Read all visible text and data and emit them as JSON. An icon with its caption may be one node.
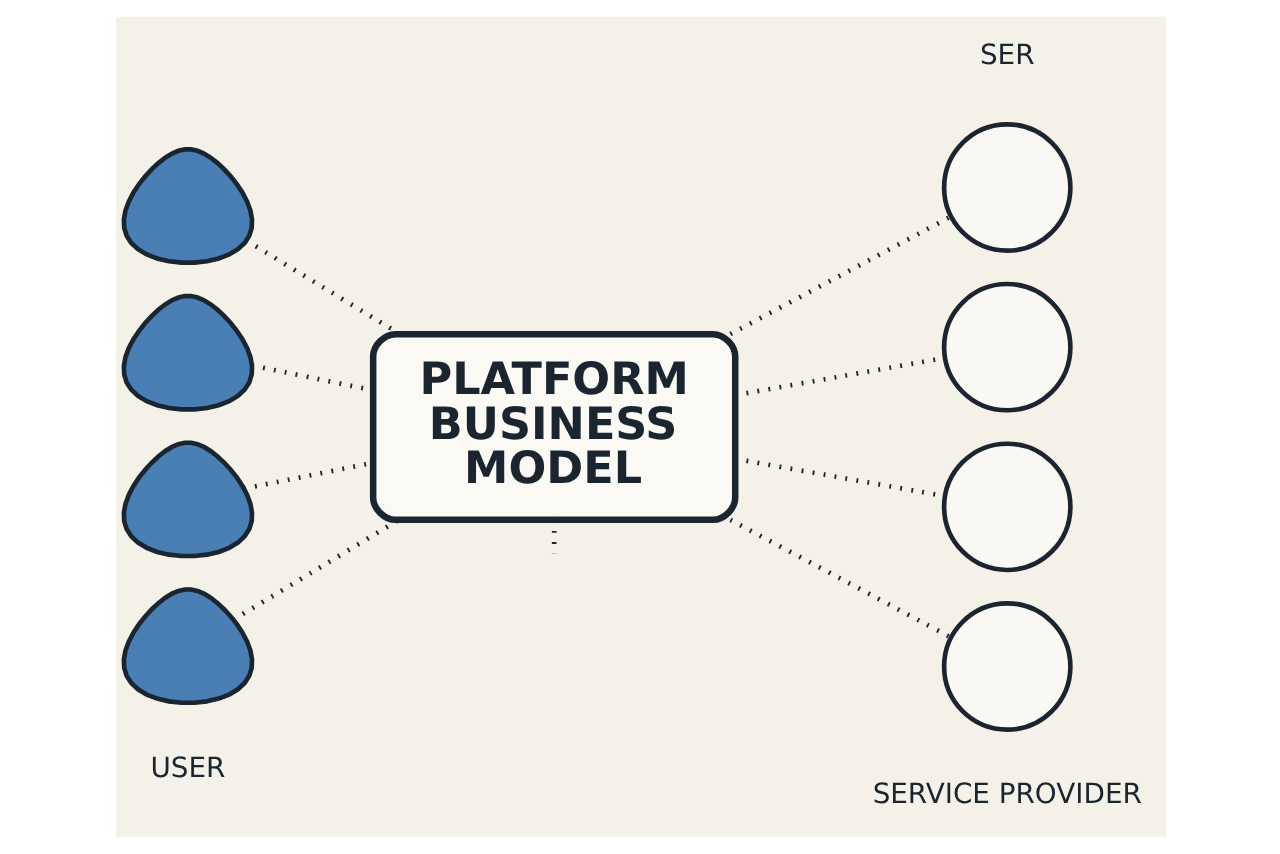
{
  "diagram": {
    "nodes": [
      {
        "text": [],
        "shape": "person"
      },
      {
        "text": [],
        "shape": "person"
      },
      {
        "text": [],
        "shape": "person"
      },
      {
        "text": [],
        "shape": "person"
      },
      {
        "text": [
          "PLATFORM BUSINESS MODEL"
        ]
      },
      {
        "text": [],
        "shape": "circle"
      },
      {
        "text": [],
        "shape": "circle"
      },
      {
        "text": [],
        "shape": "circle"
      },
      {
        "text": [],
        "shape": "circle"
      }
    ],
    "edges": [
      {
        "from": 0,
        "to": 4,
        "arrow": "none",
        "style": "dashed"
      },
      {
        "from": 1,
        "to": 4,
        "arrow": "none",
        "style": "dashed"
      },
      {
        "from": 2,
        "to": 4,
        "arrow": "none",
        "style": "dashed"
      },
      {
        "from": 3,
        "to": 4,
        "arrow": "none",
        "style": "dashed"
      },
      {
        "from": 4,
        "to": 5,
        "arrow": "none",
        "style": "dashed"
      },
      {
        "from": 4,
        "to": 6,
        "arrow": "none",
        "style": "dashed"
      },
      {
        "from": 4,
        "to": 7,
        "arrow": "none",
        "style": "dashed"
      },
      {
        "from": 4,
        "to": 8,
        "arrow": "none",
        "style": "dashed"
      },
      {
        "from": 4,
        "to": null,
        "arrow": "none",
        "style": "dashed"
      }
    ],
    "labels": [
      "SER",
      "SERVICE PROVIDER",
      "USER"
    ]
  }
}
